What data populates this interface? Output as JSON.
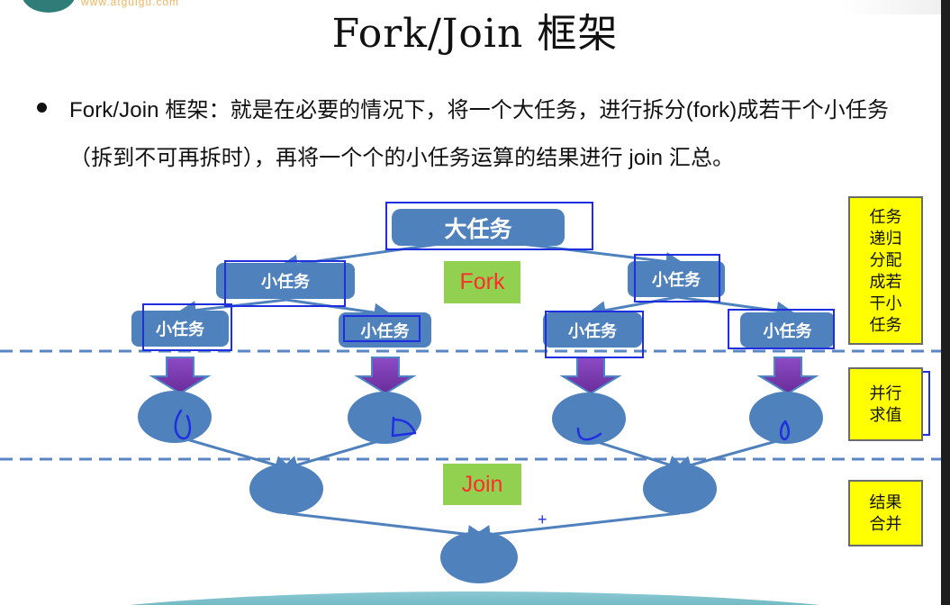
{
  "slide": {
    "title": "Fork/Join 框架",
    "logo_text": "www.atguigu.com",
    "bullet": "Fork/Join 框架：就是在必要的情况下，将一个大任务，进行拆分(fork)成若干个小任务（拆到不可再拆时），再将一个个的小任务运算的结果进行 join 汇总。"
  },
  "diagram": {
    "root_task": "大任务",
    "mid_tasks": [
      "小任务",
      "小任务"
    ],
    "leaf_tasks": [
      "小任务",
      "小任务",
      "小任务",
      "小任务"
    ],
    "fork_label": "Fork",
    "join_label": "Join",
    "phases": {
      "fork": "任务\n递归\n分配\n成若\n干小\n任务",
      "parallel": "并行\n求值",
      "merge": "结果\n合并"
    },
    "annotation_plus": "+"
  },
  "colors": {
    "node_blue": "#4f81bd",
    "annotation_blue": "#1f2fe0",
    "arrow_purple": "#7030a0",
    "label_green": "#92d050",
    "label_red": "#ff2d2d",
    "side_yellow": "#ffff00",
    "divider_blue": "#5b86c2"
  }
}
